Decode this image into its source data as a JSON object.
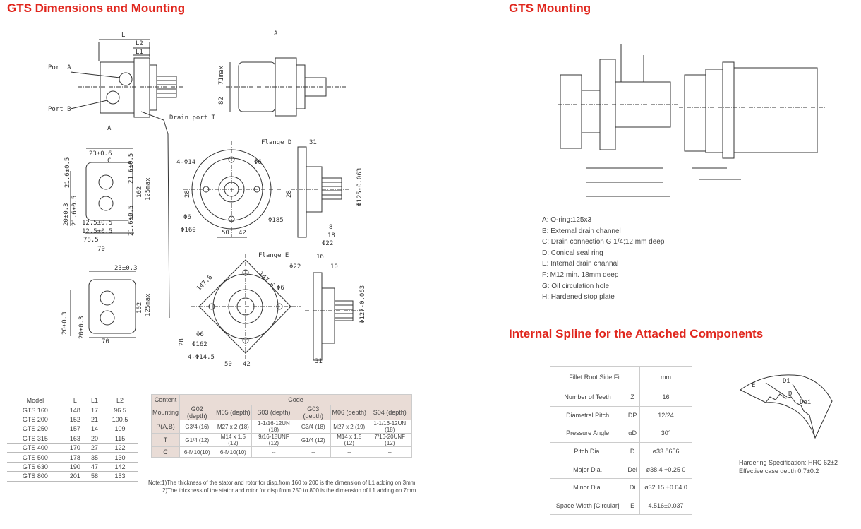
{
  "titles": {
    "left": "GTS Dimensions and Mounting",
    "right": "GTS Mounting",
    "spline": "Internal Spline for the Attached Components"
  },
  "drawing_labels": {
    "port_a": "Port A",
    "port_b": "Port B",
    "drain_port": "Drain port T",
    "view_a_top": "A",
    "view_a_side": "A",
    "flange_d": "Flange D",
    "flange_e": "Flange E",
    "L": "L",
    "L2": "L2",
    "L1": "L1",
    "d71max": "71max",
    "d82": "82",
    "d23_6": "23±0.6",
    "c_label": "C",
    "d21_6_a": "21.6±0.5",
    "d21_6_b": "21.6±0.5",
    "d102_a": "102",
    "d125max_a": "125max",
    "d20_a": "20±0.3",
    "d21_6_c": "21.6±0.5",
    "d12_5_a": "12.5±0.5",
    "d12_5_b": "12.5±0.5",
    "d78_5": "78.5",
    "d70_a": "70",
    "d21_6_d": "21.6±0.5",
    "d4_14": "4-Φ14",
    "phi6_d": "Φ6",
    "d28_d": "28",
    "phi6_d2": "Φ6",
    "phi160": "Φ160",
    "d50_d": "50",
    "d42_d": "42",
    "phi185": "Φ185",
    "d31_d": "31",
    "d28_d2": "28",
    "phi125": "Φ125-0.063",
    "d8": "8",
    "d18": "18",
    "phi22_d": "Φ22",
    "d23_3": "23±0.3",
    "d102_b": "102",
    "d125max_b": "125max",
    "d20_b": "20±0.3",
    "d20_c": "20±0.3",
    "d70_b": "70",
    "d147_6_a": "147.6",
    "d147_6_b": "147.6",
    "phi6_e": "Φ6",
    "d28_e": "28",
    "phi6_e2": "Φ6",
    "phi162": "Φ162",
    "d4_14_5": "4-Φ14.5",
    "d50_e": "50",
    "d42_e": "42",
    "d16": "16",
    "phi22_e": "Φ22",
    "d10": "10",
    "phi127": "Φ127-0.063",
    "d31_e": "31"
  },
  "model_table": {
    "headers": [
      "Model",
      "L",
      "L1",
      "L2"
    ],
    "rows": [
      [
        "GTS 160",
        "148",
        "17",
        "96.5"
      ],
      [
        "GTS 200",
        "152",
        "21",
        "100.5"
      ],
      [
        "GTS 250",
        "157",
        "14",
        "109"
      ],
      [
        "GTS 315",
        "163",
        "20",
        "115"
      ],
      [
        "GTS 400",
        "170",
        "27",
        "122"
      ],
      [
        "GTS 500",
        "178",
        "35",
        "130"
      ],
      [
        "GTS 630",
        "190",
        "47",
        "142"
      ],
      [
        "GTS 800",
        "201",
        "58",
        "153"
      ]
    ]
  },
  "code_table": {
    "content_label": "Content",
    "mounting_label": "Mounting",
    "code_label": "Code",
    "columns": [
      "G02 (depth)",
      "M05 (depth)",
      "S03 (depth)",
      "G03 (depth)",
      "M06 (depth)",
      "S04 (depth)"
    ],
    "rows": [
      {
        "label": "P(A,B)",
        "cells": [
          "G3/4 (16)",
          "M27 x 2 (18)",
          "1-1/16-12UN (18)",
          "G3/4 (18)",
          "M27 x 2 (19)",
          "1-1/16-12UN (18)"
        ]
      },
      {
        "label": "T",
        "cells": [
          "G1/4 (12)",
          "M14 x 1.5 (12)",
          "9/16-18UNF (12)",
          "G1/4 (12)",
          "M14 x 1.5 (12)",
          "7/16-20UNF (12)"
        ]
      },
      {
        "label": "C",
        "cells": [
          "6-M10(10)",
          "6-M10(10)",
          "--",
          "--",
          "--",
          "--"
        ]
      }
    ]
  },
  "notes": [
    "Note:1)The thickness of the stator and rotor for disp.from 160 to 200 is the dimension of L1 adding on 3mm.",
    "2)The thickness of the stator and rotor for disp.from 250 to 800 is the dimension of L1 adding on 7mm."
  ],
  "legend": [
    "A: O-ring:125x3",
    "B: External drain channel",
    "C: Drain connection G 1/4;12 mm deep",
    "D: Conical seal ring",
    "E: Internal drain channal",
    "F: M12;min. 18mm deep",
    "G: Oil circulation hole",
    "H: Hardened stop plate"
  ],
  "spline_table": {
    "header": "Fillet Root Side Fit",
    "unit": "mm",
    "rows": [
      {
        "name": "Number of Teeth",
        "sym": "Z",
        "val": "16"
      },
      {
        "name": "Diametral Pitch",
        "sym": "DP",
        "val": "12/24"
      },
      {
        "name": "Pressure Angle",
        "sym": "αD",
        "val": "30°"
      },
      {
        "name": "Pitch Dia.",
        "sym": "D",
        "val": "ø33.8656"
      },
      {
        "name": "Major Dia.",
        "sym": "Dei",
        "val": "ø38.4 +0.25 0"
      },
      {
        "name": "Minor Dia.",
        "sym": "Di",
        "val": "ø32.15 +0.04 0"
      },
      {
        "name": "Space Width [Circular]",
        "sym": "E",
        "val": "4.516±0.037"
      }
    ]
  },
  "spec": [
    "Hardering Specification: HRC 62±2",
    "Effective case depth 0.7±0.2"
  ],
  "spline_labels": {
    "e": "E",
    "di": "Di",
    "d": "D",
    "dei": "Dei"
  }
}
